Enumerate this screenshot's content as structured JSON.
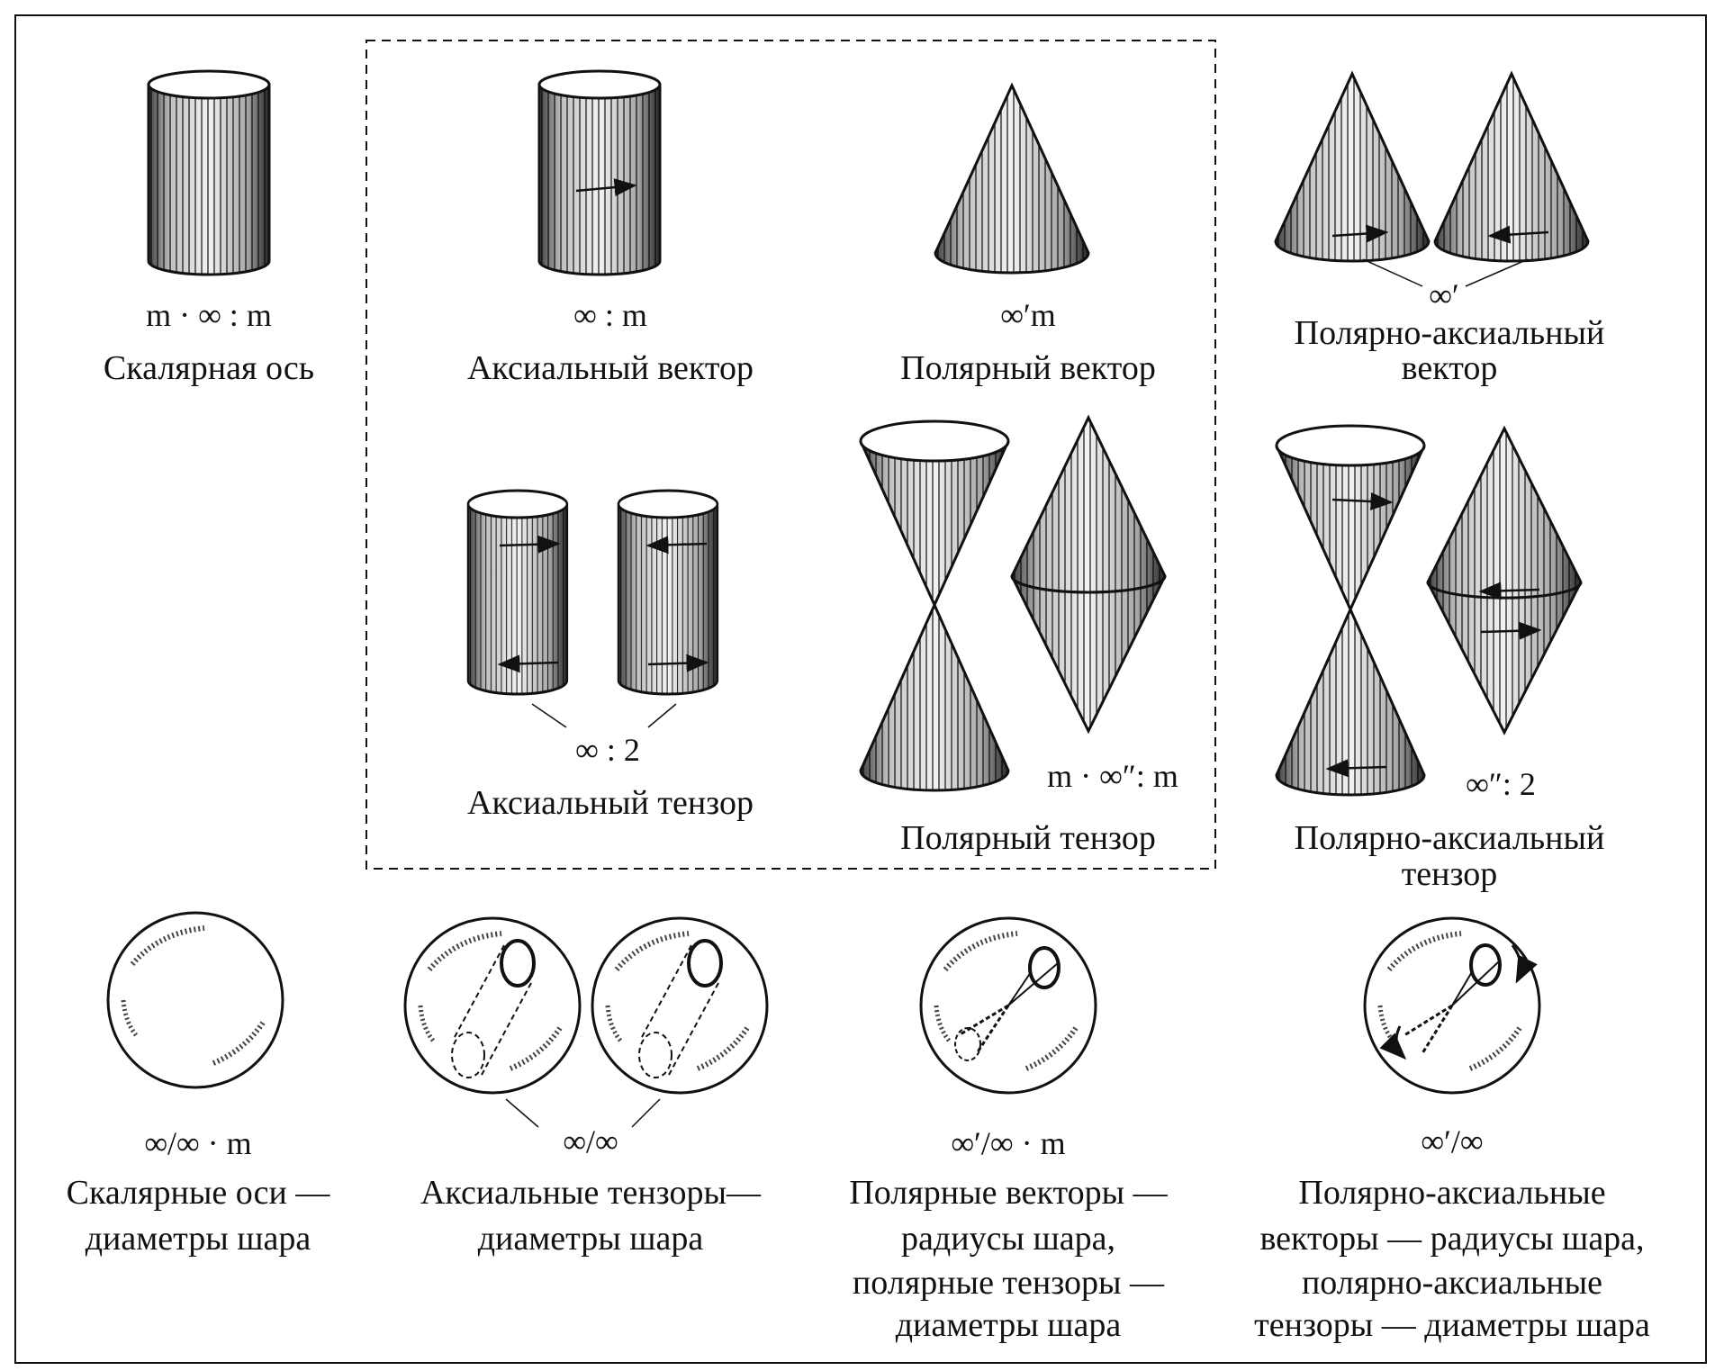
{
  "top_row": {
    "scalar_axis": {
      "symbol": "m · ∞ : m",
      "name": "Скалярная ось"
    },
    "axial_vector": {
      "symbol": "∞ : m",
      "name": "Аксиальный вектор"
    },
    "polar_vector": {
      "symbol": "∞′m",
      "name": "Полярный вектор"
    },
    "polar_axial_vector": {
      "symbol": "∞′",
      "name_line1": "Полярно-аксиальный",
      "name_line2": "вектор"
    }
  },
  "middle_row": {
    "axial_tensor": {
      "symbol": "∞ : 2",
      "name": "Аксиальный тензор"
    },
    "polar_tensor": {
      "symbol": "m · ∞″:  m",
      "name": "Полярный тензор"
    },
    "polar_axial_tensor": {
      "symbol": "∞″: 2",
      "name_line1": "Полярно-аксиальный",
      "name_line2": "тензор"
    }
  },
  "bottom_row": {
    "scalar_axes_sphere": {
      "symbol": "∞/∞ · m",
      "lines": [
        "Скалярные оси —",
        "диаметры шара"
      ]
    },
    "axial_tensors_sphere": {
      "symbol": "∞/∞",
      "lines": [
        "Аксиальные тензоры—",
        "диаметры шара"
      ]
    },
    "polar_vectors_sphere": {
      "symbol": "∞′/∞ · m",
      "lines": [
        "Полярные векторы —",
        "радиусы шара,",
        "полярные тензоры —",
        "диаметры шара"
      ]
    },
    "polar_axial_sphere": {
      "symbol": "∞′/∞",
      "lines": [
        "Полярно-аксиальные",
        "векторы — радиусы шара,",
        "полярно-аксиальные",
        "тензоры — диаметры шара"
      ]
    }
  }
}
